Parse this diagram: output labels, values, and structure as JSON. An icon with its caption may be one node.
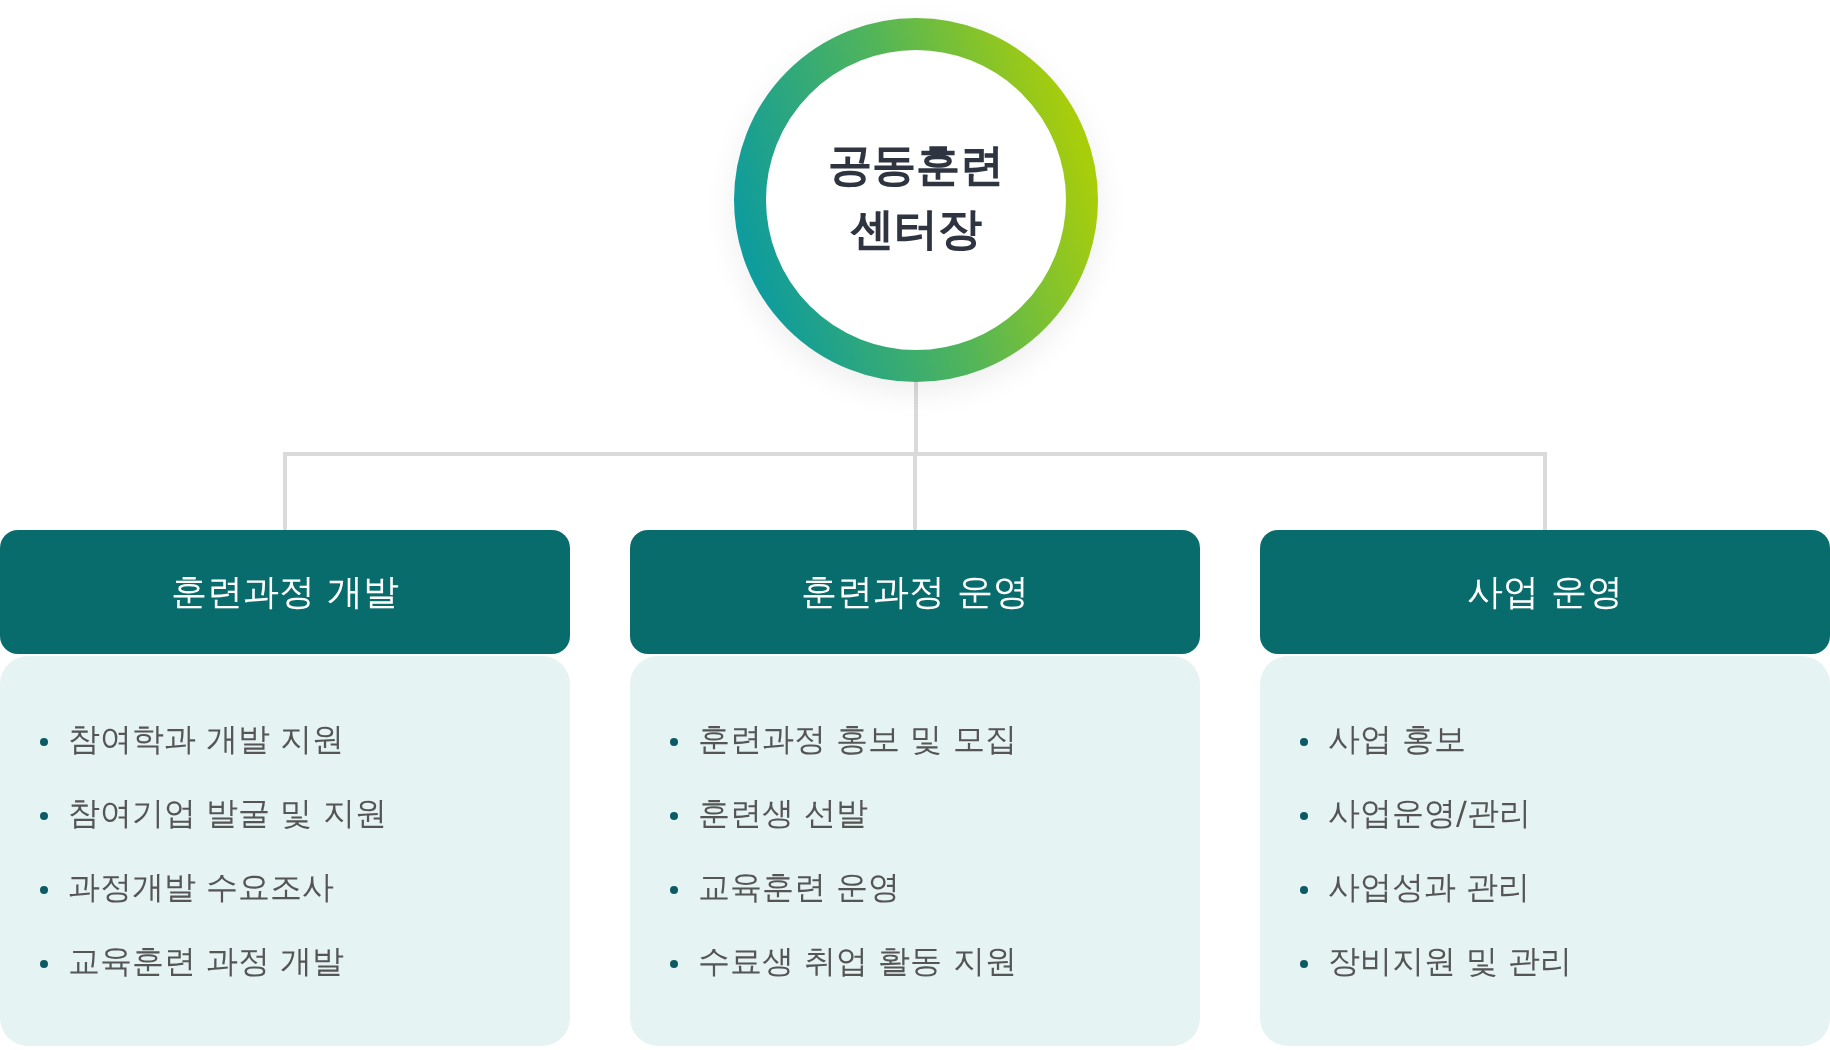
{
  "diagram": {
    "nodes": [
      {
        "text": [
          "공동훈련 센터장"
        ]
      },
      {
        "text": [
          "훈련과정 개발"
        ]
      },
      {
        "text": [
          "참여학과 개발 지원",
          "참여기업 발굴 및 지원",
          "과정개발 수요조사",
          "교육훈련 과정 개발"
        ]
      },
      {
        "text": [
          "훈련과정 운영"
        ]
      },
      {
        "text": [
          "훈련과정 홍보 및 모집",
          "훈련생 선발",
          "교육훈련 운영",
          "수료생 취업 활동 지원"
        ]
      },
      {
        "text": [
          "사업 운영"
        ]
      },
      {
        "text": [
          "사업 홍보",
          "사업운영/관리",
          "사업성과 관리",
          "장비지원 및 관리"
        ]
      }
    ],
    "edges": [
      {
        "from": 0,
        "to": 1,
        "arrow": "none"
      },
      {
        "from": 0,
        "to": 3,
        "arrow": "none"
      },
      {
        "from": 0,
        "to": 5,
        "arrow": "none"
      }
    ]
  }
}
